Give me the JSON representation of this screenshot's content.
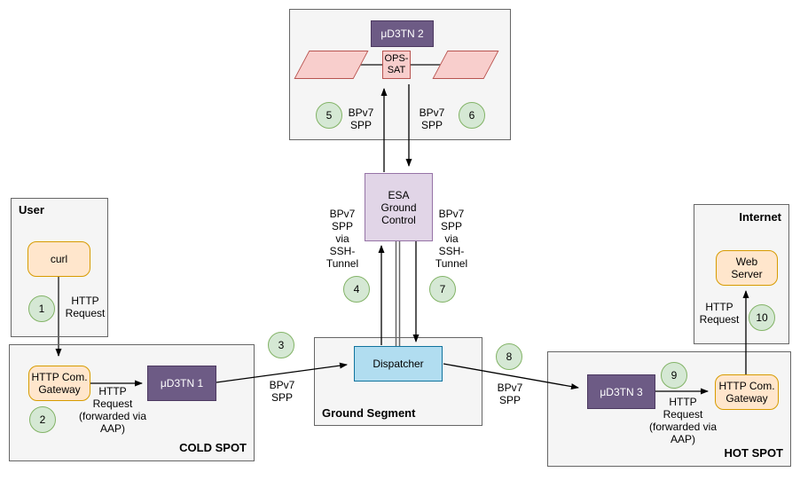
{
  "colors": {
    "container_fill": "#f5f5f5",
    "container_border": "#666666",
    "purple_fill": "#6d5b85",
    "purple_border": "#4c3960",
    "orange_fill": "#ffe6cc",
    "orange_border": "#d79b00",
    "green_fill": "#d5e8d4",
    "green_border": "#82b366",
    "red_fill": "#f8cecc",
    "red_border": "#b85450",
    "lavender_fill": "#e1d5e7",
    "lavender_border": "#9673a6",
    "blue_fill": "#b1ddf0",
    "blue_border": "#10739e"
  },
  "containers": {
    "user": "User",
    "cold_spot": "COLD SPOT",
    "ground_segment": "Ground Segment",
    "hot_spot": "HOT SPOT",
    "internet": "Internet"
  },
  "nodes": {
    "ud3tn2": "μD3TN 2",
    "ops_sat": "OPS-\nSAT",
    "esa_ground_control": "ESA\nGround\nControl",
    "dispatcher": "Dispatcher",
    "curl": "curl",
    "gateway_cold": "HTTP Com.\nGateway",
    "ud3tn1": "μD3TN 1",
    "ud3tn3": "μD3TN 3",
    "gateway_hot": "HTTP Com.\nGateway",
    "web_server": "Web\nServer"
  },
  "steps": [
    "1",
    "2",
    "3",
    "4",
    "5",
    "6",
    "7",
    "8",
    "9",
    "10"
  ],
  "edge_labels": {
    "http_request_user": "HTTP\nRequest",
    "http_request_cold": "HTTP\nRequest\n(forwarded via\nAAP)",
    "bpv7_spp_3": "BPv7\nSPP",
    "bpv7_ssh_4": "BPv7\nSPP\nvia\nSSH-\nTunnel",
    "bpv7_spp_5": "BPv7\nSPP",
    "bpv7_spp_6": "BPv7\nSPP",
    "bpv7_ssh_7": "BPv7\nSPP\nvia\nSSH-\nTunnel",
    "bpv7_spp_8": "BPv7\nSPP",
    "http_request_hot": "HTTP\nRequest\n(forwarded via\nAAP)",
    "http_request_internet": "HTTP\nRequest"
  }
}
